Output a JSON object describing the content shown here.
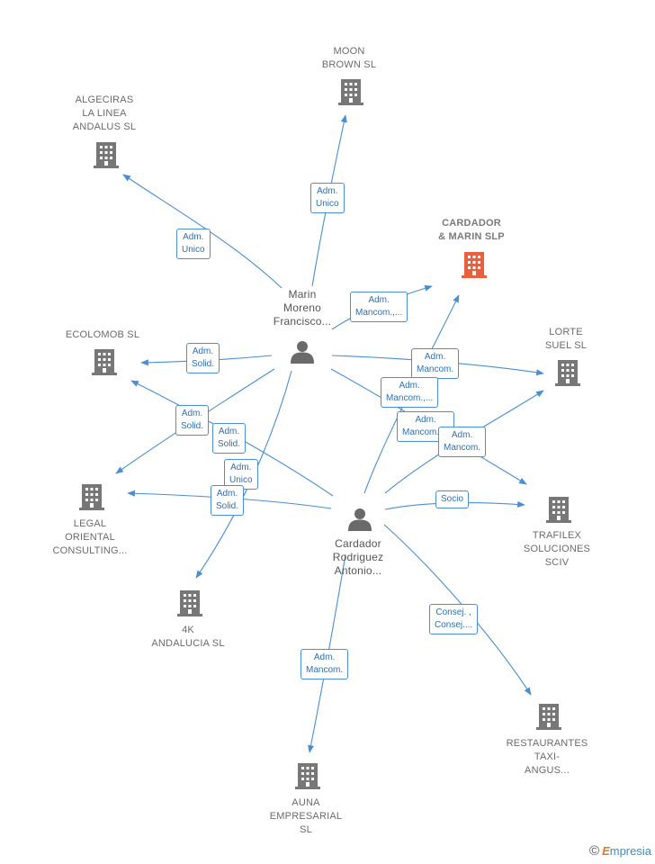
{
  "colors": {
    "edge": "#4a8fd4",
    "company": "#777777",
    "highlight": "#e8603c",
    "person": "#6a6a6a"
  },
  "icons": {
    "company": "building-icon",
    "person": "person-icon"
  },
  "nodes": [
    {
      "id": "marin",
      "type": "person",
      "lines": [
        "Marin",
        "Moreno",
        "Francisco..."
      ]
    },
    {
      "id": "cardador",
      "type": "person",
      "lines": [
        "Cardador",
        "Rodriguez",
        "Antonio..."
      ]
    },
    {
      "id": "moon",
      "type": "company",
      "lines": [
        "MOON",
        "BROWN  SL"
      ]
    },
    {
      "id": "algeciras",
      "type": "company",
      "lines": [
        "ALGECIRAS",
        "LA LINEA",
        "ANDALUS SL"
      ]
    },
    {
      "id": "cmslp",
      "type": "company",
      "highlight": true,
      "lines": [
        "CARDADOR",
        "& MARIN  SLP"
      ]
    },
    {
      "id": "ecolomob",
      "type": "company",
      "lines": [
        "ECOLOMOB  SL"
      ]
    },
    {
      "id": "lorte",
      "type": "company",
      "lines": [
        "LORTE",
        "SUEL  SL"
      ]
    },
    {
      "id": "legal",
      "type": "company",
      "lines": [
        "LEGAL",
        "ORIENTAL",
        "CONSULTING..."
      ]
    },
    {
      "id": "trafilex",
      "type": "company",
      "lines": [
        "TRAFILEX",
        "SOLUCIONES",
        "SCIV"
      ]
    },
    {
      "id": "4k",
      "type": "company",
      "lines": [
        "4K",
        "ANDALUCIA  SL"
      ]
    },
    {
      "id": "restaurantes",
      "type": "company",
      "lines": [
        "RESTAURANTES",
        "TAXI-",
        "ANGUS..."
      ]
    },
    {
      "id": "auna",
      "type": "company",
      "lines": [
        "AUNA",
        "EMPRESARIAL",
        "SL"
      ]
    }
  ],
  "relations": [
    {
      "from": "marin",
      "to": "moon",
      "lines": [
        "Adm.",
        "Unico"
      ]
    },
    {
      "from": "marin",
      "to": "algeciras",
      "lines": [
        "Adm.",
        "Unico"
      ]
    },
    {
      "from": "marin",
      "to": "cmslp",
      "lines": [
        "Adm.",
        "Mancom.,..."
      ]
    },
    {
      "from": "marin",
      "to": "ecolomob",
      "lines": [
        "Adm.",
        "Solid."
      ]
    },
    {
      "from": "marin",
      "to": "lorte",
      "lines": [
        "Adm.",
        "Mancom."
      ]
    },
    {
      "from": "marin",
      "to": "legal",
      "lines": [
        "Adm.",
        "Solid."
      ]
    },
    {
      "from": "marin",
      "to": "4k",
      "lines": [
        "Adm.",
        "Unico"
      ]
    },
    {
      "from": "marin",
      "to": "trafilex",
      "lines": [
        "Adm.",
        "Mancom.,..."
      ]
    },
    {
      "from": "cardador",
      "to": "cmslp",
      "lines": [
        "Adm.",
        "Mancom.,..."
      ]
    },
    {
      "from": "cardador",
      "to": "lorte",
      "lines": [
        "Adm.",
        "Mancom."
      ]
    },
    {
      "from": "cardador",
      "to": "ecolomob",
      "lines": [
        "Adm.",
        "Solid."
      ]
    },
    {
      "from": "cardador",
      "to": "legal",
      "lines": [
        "Adm.",
        "Solid."
      ]
    },
    {
      "from": "cardador",
      "to": "trafilex",
      "lines": [
        "Socio"
      ]
    },
    {
      "from": "cardador",
      "to": "restaurantes",
      "lines": [
        "Consej. ,",
        "Consej...."
      ]
    },
    {
      "from": "cardador",
      "to": "auna",
      "lines": [
        "Adm.",
        "Mancom."
      ]
    }
  ],
  "brand": {
    "copyright": "©",
    "initial": "E",
    "rest": "mpresia"
  }
}
